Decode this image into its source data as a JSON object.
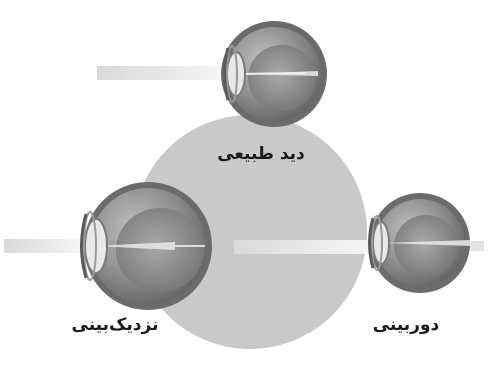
{
  "labels": {
    "normal_vision": "دید طبیعی",
    "nearsightedness": "نزدیک‌بینی",
    "farsightedness": "دوربینی"
  },
  "colors": {
    "background": "#ffffff",
    "circle": "#c9c9c9",
    "light_ray": "#f4f4f4",
    "eye_outer": "#8a8a8a",
    "eye_inner": "#6e6e6e"
  },
  "icons": [
    "eye-normal-icon",
    "eye-nearsighted-icon",
    "eye-farsighted-icon"
  ]
}
